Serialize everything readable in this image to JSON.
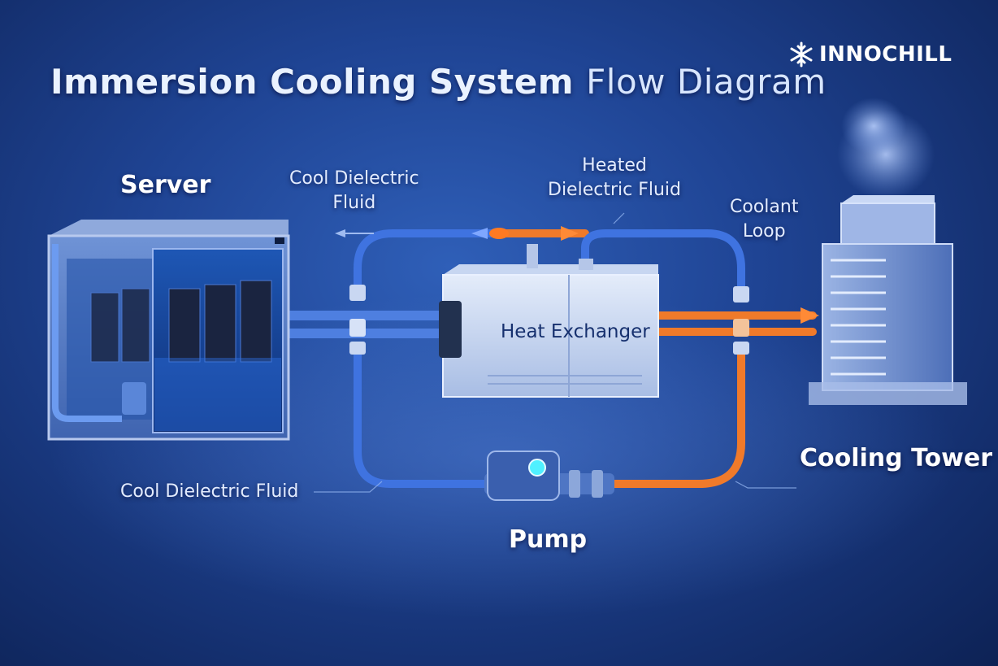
{
  "title": {
    "bold": "Immersion Cooling System",
    "light": "Flow Diagram"
  },
  "brand": {
    "name": "INNOCHILL",
    "icon": "snowflake-icon"
  },
  "components": {
    "server": "Server",
    "heat_exchanger": "Heat Exchanger",
    "pump": "Pump",
    "cooling_tower": "Cooling Tower"
  },
  "flows": {
    "cool_fluid_top_line1": "Cool Dielectric",
    "cool_fluid_top_line2": "Fluid",
    "heated_fluid_line1": "Heated",
    "heated_fluid_line2": "Dielectric Fluid",
    "coolant_loop_line1": "Coolant",
    "coolant_loop_line2": "Loop",
    "cool_fluid_bottom": "Cool Dielectric Fluid"
  },
  "colors": {
    "cool_pipe": "#3f73e0",
    "hot_pipe": "#f07a2a",
    "background": "#1f4494"
  }
}
